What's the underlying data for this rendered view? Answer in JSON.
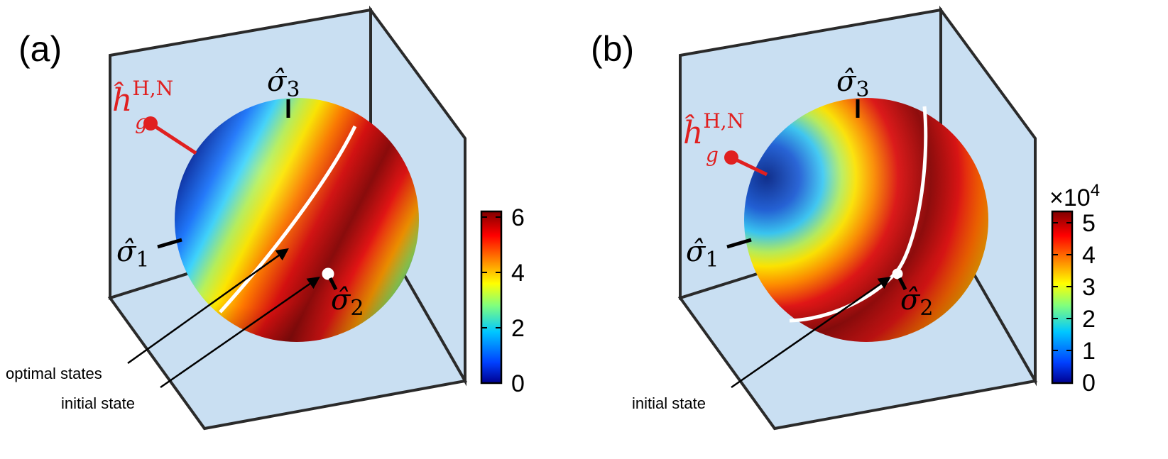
{
  "panels": [
    {
      "id": "a",
      "label": "(a)",
      "axes": {
        "sigma1": "σ̂",
        "sigma1_sub": "1",
        "sigma2": "σ̂",
        "sigma2_sub": "2",
        "sigma3": "σ̂",
        "sigma3_sub": "3"
      },
      "h_label": {
        "base": "ĥ",
        "sub": "g",
        "sup": "H,N"
      },
      "annotations": [
        "optimal states",
        "initial state"
      ],
      "colorbar": {
        "ticks": [
          "6",
          "4",
          "2",
          "0"
        ],
        "multiplier": ""
      }
    },
    {
      "id": "b",
      "label": "(b)",
      "axes": {
        "sigma1": "σ̂",
        "sigma1_sub": "1",
        "sigma2": "σ̂",
        "sigma2_sub": "2",
        "sigma3": "σ̂",
        "sigma3_sub": "3"
      },
      "h_label": {
        "base": "ĥ",
        "sub": "g",
        "sup": "H,N"
      },
      "annotations": [
        "initial state"
      ],
      "colorbar": {
        "ticks": [
          "5",
          "4",
          "3",
          "2",
          "1",
          "0"
        ],
        "multiplier": "×10",
        "exponent": "4"
      }
    }
  ],
  "colors": {
    "wall": "#c9dff2",
    "edge": "#2a2a2a",
    "highlight": "#e02020",
    "colormap": [
      "#00008f",
      "#0040ff",
      "#00c8ff",
      "#7fff7f",
      "#ffff00",
      "#ff8000",
      "#ff0000",
      "#800000"
    ]
  }
}
